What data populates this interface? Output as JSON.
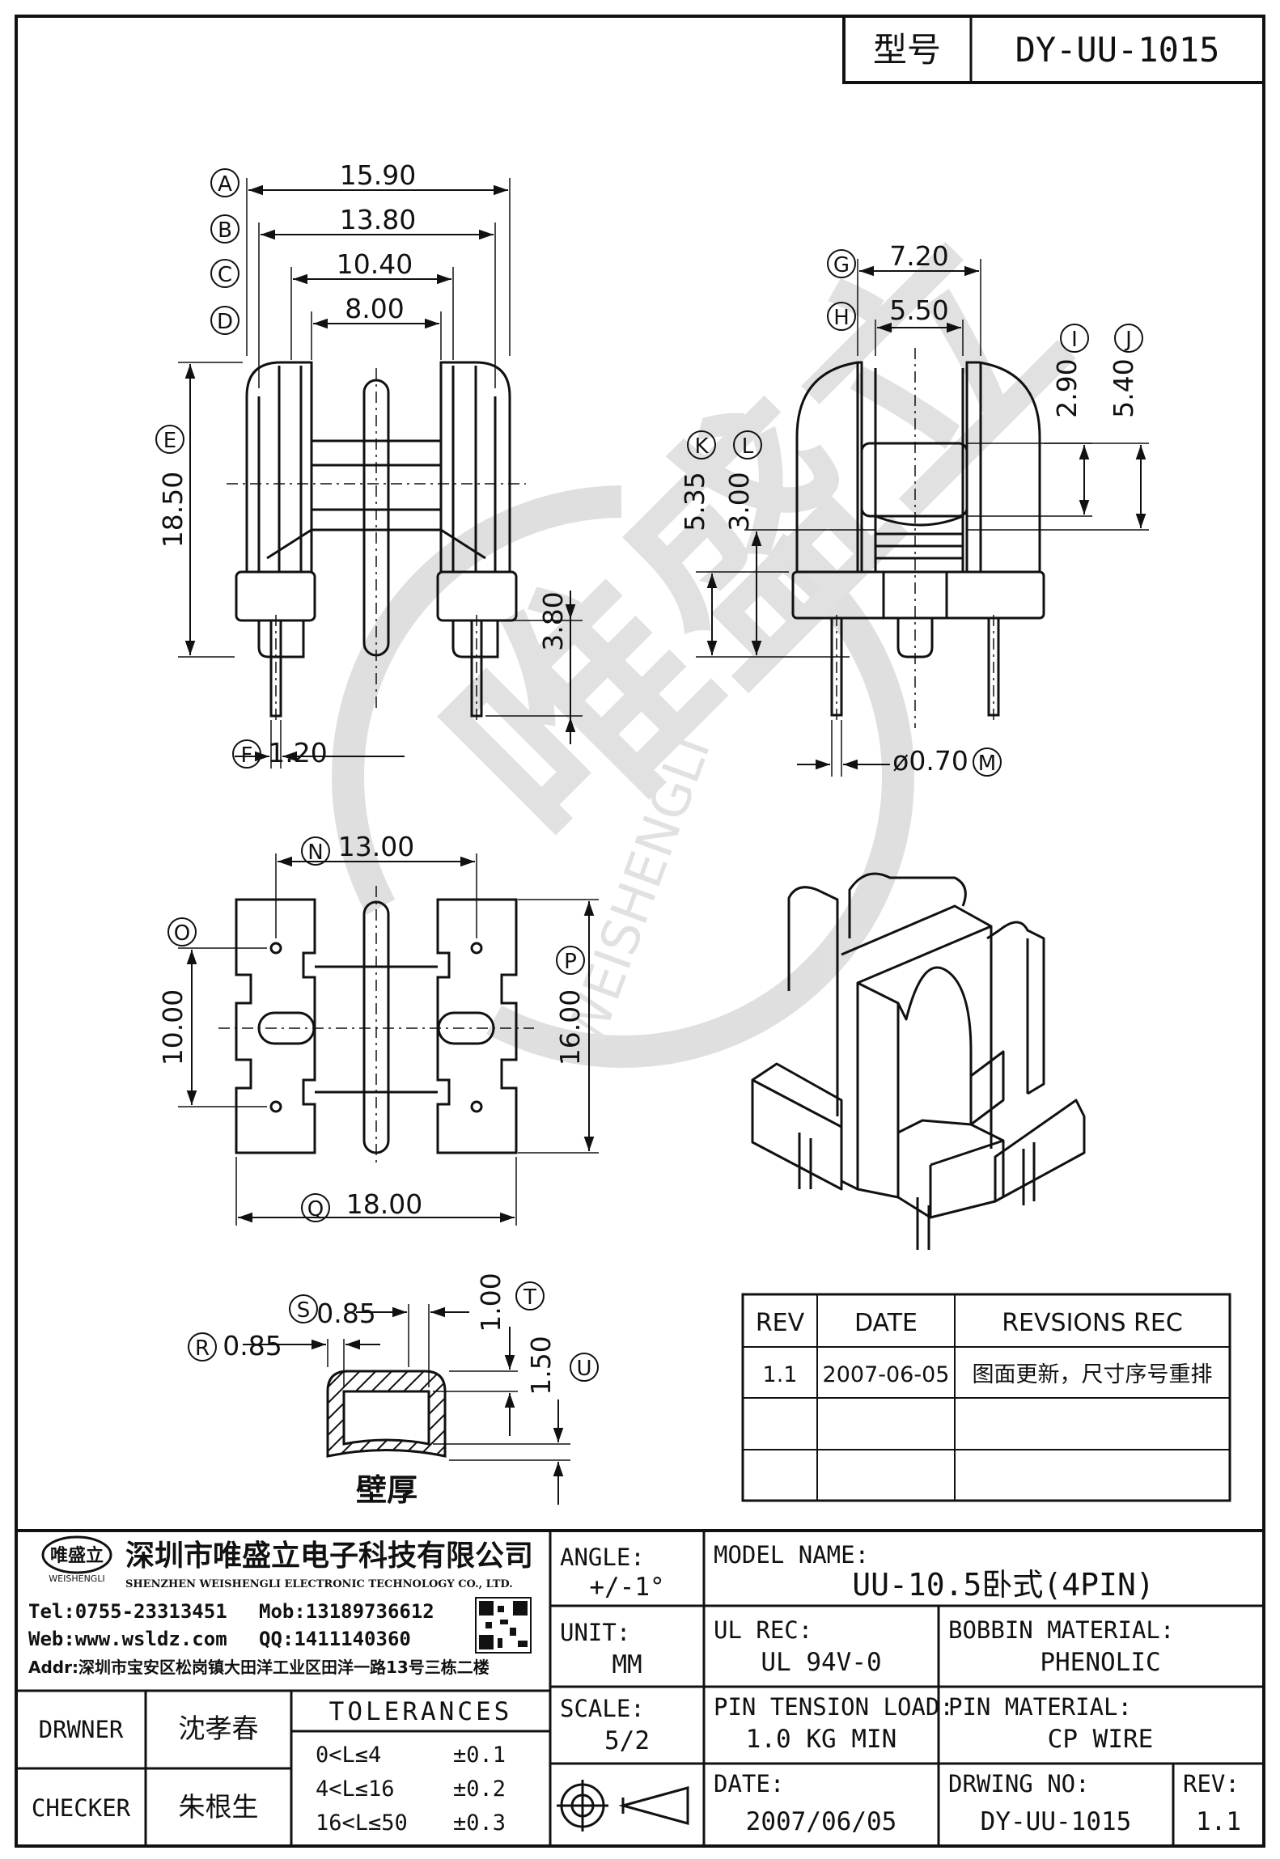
{
  "header": {
    "model_label": "型号",
    "model_value": "DY-UU-1015"
  },
  "dimensions": {
    "A": "15.90",
    "B": "13.80",
    "C": "10.40",
    "D": "8.00",
    "E": "18.50",
    "F": "1.20",
    "height_380": "3.80",
    "G": "7.20",
    "H": "5.50",
    "I": "2.90",
    "J": "5.40",
    "K": "5.35",
    "L": "3.00",
    "M": "ø0.70",
    "N": "13.00",
    "O": "10.00",
    "P": "16.00",
    "Q": "18.00",
    "S": "0.85",
    "R": "0.85",
    "T": "1.00",
    "U": "1.50"
  },
  "letters": [
    "A",
    "B",
    "C",
    "D",
    "E",
    "F",
    "G",
    "H",
    "I",
    "J",
    "K",
    "L",
    "M",
    "N",
    "O",
    "P",
    "Q",
    "R",
    "S",
    "T",
    "U"
  ],
  "wall_label": "壁厚",
  "watermark": {
    "cn": "唯盛立",
    "en": "WEISHENGLI"
  },
  "revisions": {
    "headers": [
      "REV",
      "DATE",
      "REVSIONS REC"
    ],
    "rows": [
      [
        "1.1",
        "2007-06-05",
        "图面更新，尺寸序号重排"
      ]
    ]
  },
  "company": {
    "logo_text": "唯盛立",
    "logo_sub": "WEISHENGLI",
    "name_cn": "深圳市唯盛立电子科技有限公司",
    "name_en": "SHENZHEN WEISHENGLI ELECTRONIC TECHNOLOGY CO., LTD.",
    "tel": "Tel:0755-23313451",
    "mob": "Mob:13189736612",
    "web": "Web:www.wsldz.com",
    "qq": "QQ:1411140360",
    "addr": "Addr:深圳市宝安区松岗镇大田洋工业区田洋一路13号三栋二楼"
  },
  "title_block": {
    "angle_label": "ANGLE:",
    "angle_value": "+/-1°",
    "unit_label": "UNIT:",
    "unit_value": "MM",
    "scale_label": "SCALE:",
    "scale_value": "5/2",
    "model_name_label": "MODEL NAME:",
    "model_name_value": "UU-10.5卧式(4PIN)",
    "ul_label": "UL REC:",
    "ul_value": "UL 94V-0",
    "bobbin_label": "BOBBIN MATERIAL:",
    "bobbin_value": "PHENOLIC",
    "pin_tension_label": "PIN TENSION LOAD:",
    "pin_tension_value": "1.0 KG MIN",
    "pin_material_label": "PIN MATERIAL:",
    "pin_material_value": "CP WIRE",
    "date_label": "DATE:",
    "date_value": "2007/06/05",
    "drwing_label": "DRWING NO:",
    "drwing_value": "DY-UU-1015",
    "rev_label": "REV:",
    "rev_value": "1.1",
    "drawner_label": "DRWNER",
    "drawner_value": "沈孝春",
    "checker_label": "CHECKER",
    "checker_value": "朱根生",
    "tolerances_label": "TOLERANCES",
    "tolerances": [
      {
        "range": "0<L≤4",
        "value": "±0.1"
      },
      {
        "range": "4<L≤16",
        "value": "±0.2"
      },
      {
        "range": "16<L≤50",
        "value": "±0.3"
      }
    ]
  }
}
